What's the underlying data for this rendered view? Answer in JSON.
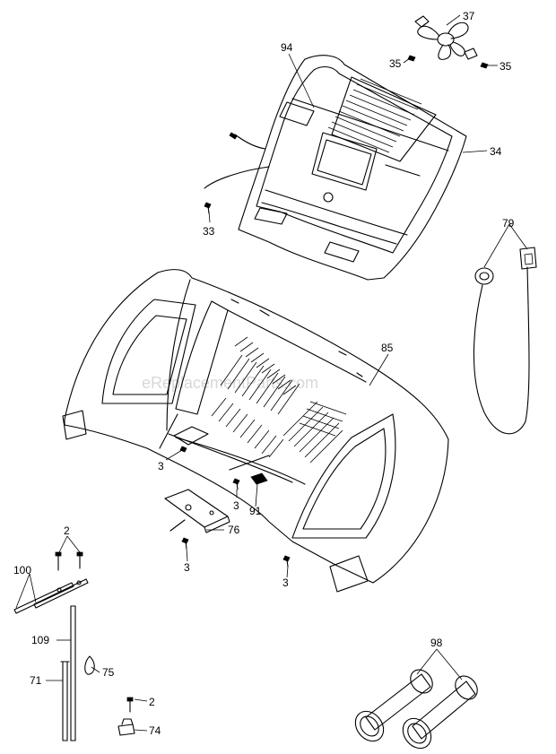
{
  "watermark": "eReplacementParts.com",
  "callouts": {
    "c37": "37",
    "c35a": "35",
    "c35b": "35",
    "c94": "94",
    "c34": "34",
    "c33": "33",
    "c79": "79",
    "c85": "85",
    "c3a": "3",
    "c3b": "3",
    "c91": "91",
    "c76": "76",
    "c3c": "3",
    "c3d": "3",
    "c2a": "2",
    "c100": "100",
    "c109": "109",
    "c75": "75",
    "c71": "71",
    "c2b": "2",
    "c74": "74",
    "c98": "98"
  }
}
